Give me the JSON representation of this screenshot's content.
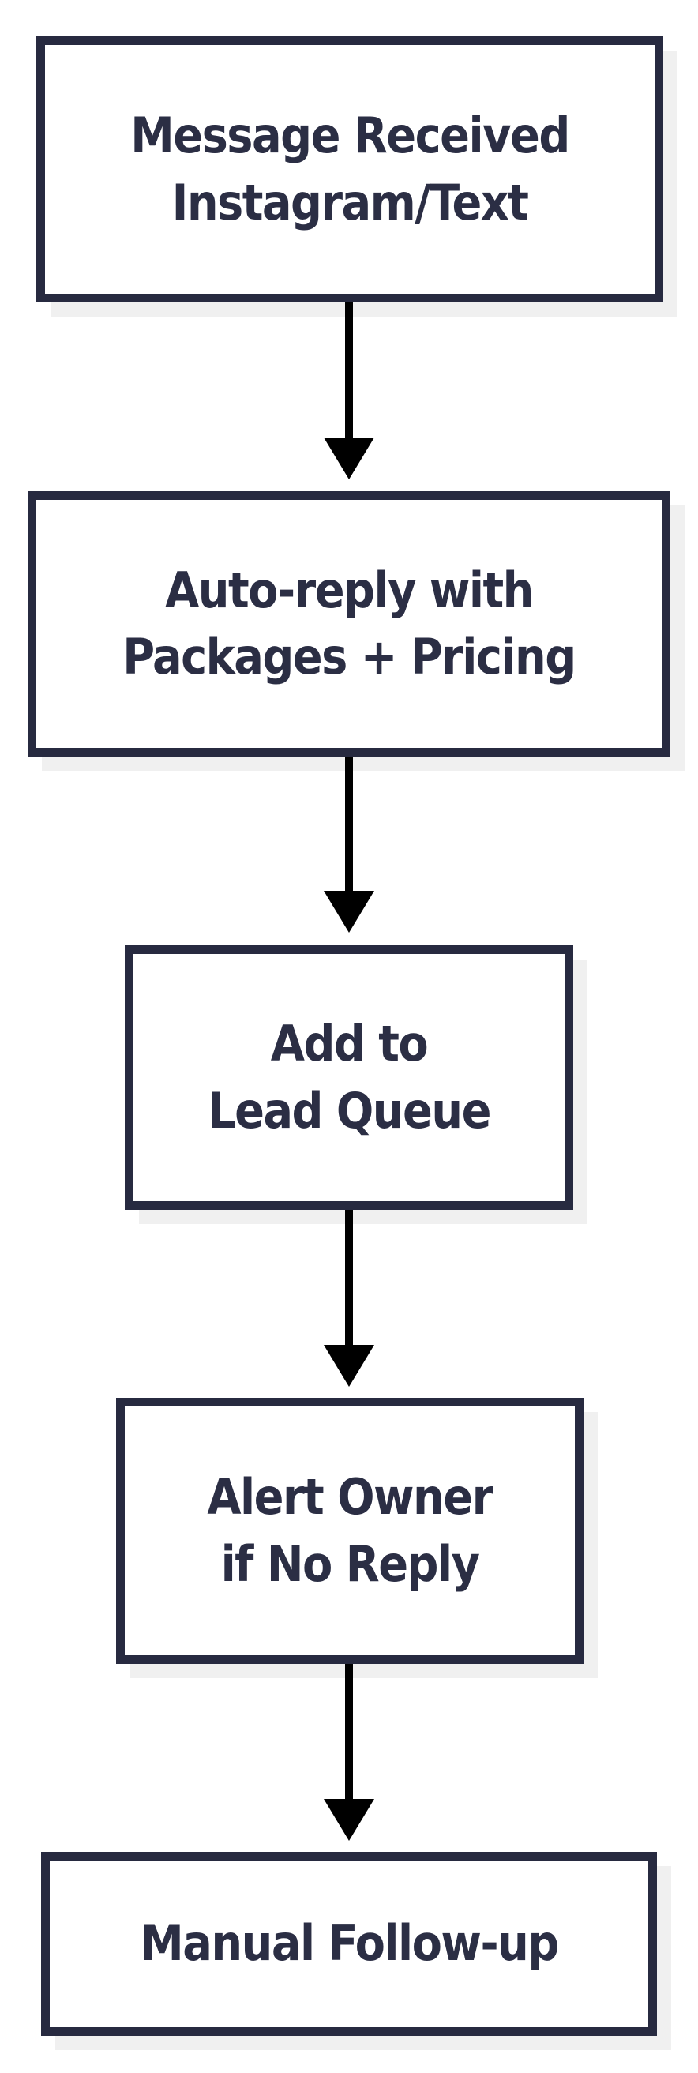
{
  "flowchart": {
    "type": "flowchart",
    "direction": "top-to-bottom",
    "nodes": [
      {
        "id": "message-received",
        "lines": [
          "Message Received",
          "Instagram/Text"
        ]
      },
      {
        "id": "auto-reply",
        "lines": [
          "Auto-reply with",
          "Packages + Pricing"
        ]
      },
      {
        "id": "lead-queue",
        "lines": [
          "Add to",
          "Lead Queue"
        ]
      },
      {
        "id": "alert-owner",
        "lines": [
          "Alert Owner",
          "if No Reply"
        ]
      },
      {
        "id": "manual-follow-up",
        "lines": [
          "Manual Follow-up"
        ]
      }
    ],
    "connections": [
      {
        "from": "message-received",
        "to": "auto-reply"
      },
      {
        "from": "auto-reply",
        "to": "lead-queue"
      },
      {
        "from": "lead-queue",
        "to": "alert-owner"
      },
      {
        "from": "alert-owner",
        "to": "manual-follow-up"
      }
    ],
    "colors": {
      "node_border": "#272a40",
      "node_fill": "#ffffff",
      "node_text": "#2b2e44",
      "arrow": "#000000",
      "shadow": "#f0f0f0",
      "background": "#ffffff"
    }
  }
}
